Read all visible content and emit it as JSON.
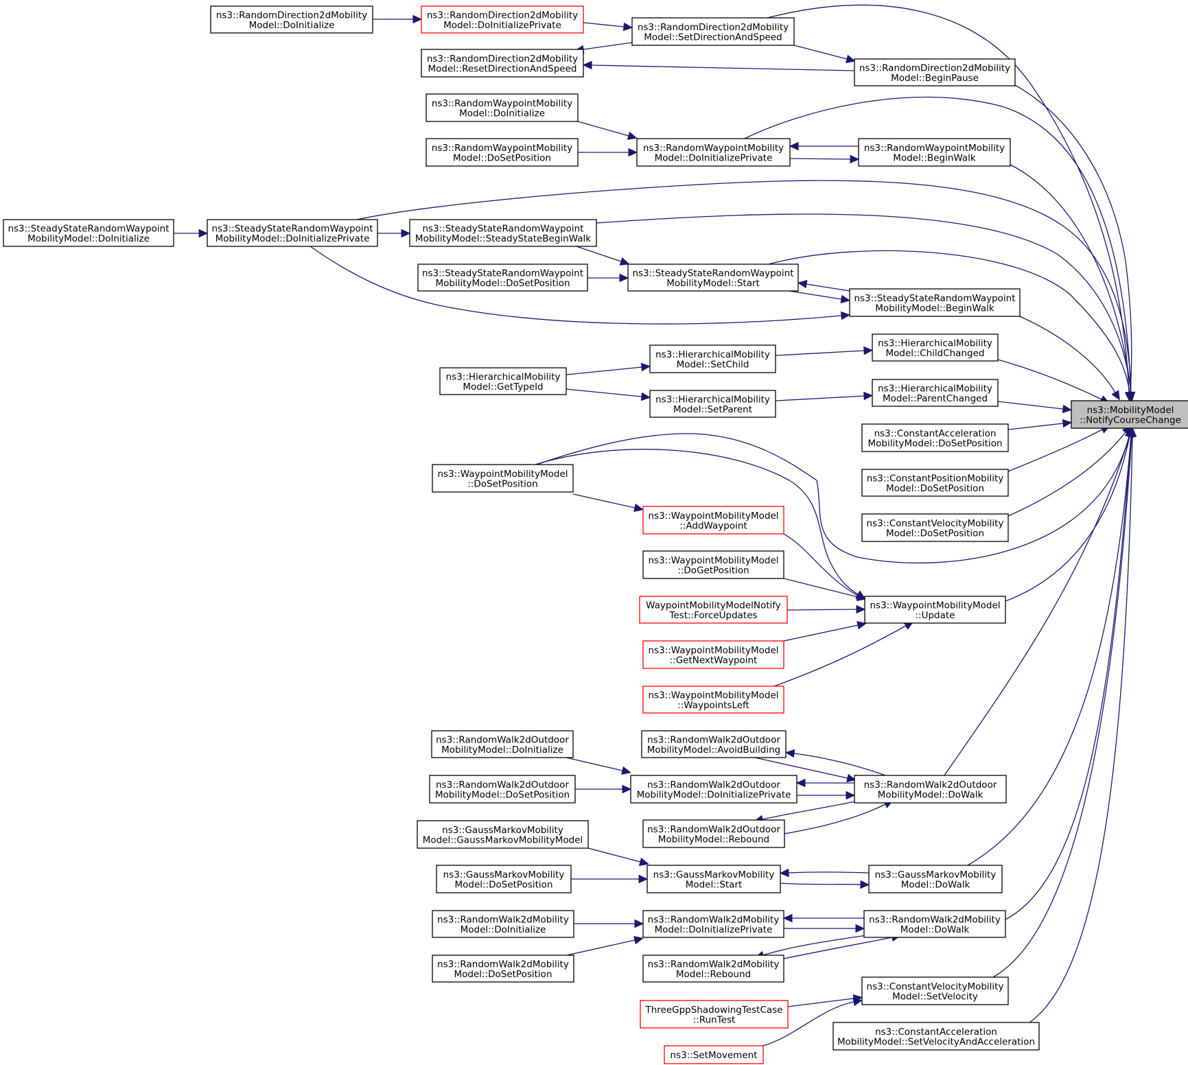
{
  "colors": {
    "edge": "#191970",
    "node_border": "#000000",
    "node_border_partial": "#ff0000",
    "root_fill": "#bfbfbf"
  },
  "nodes": [
    {
      "id": "root",
      "lines": [
        "ns3::MobilityModel",
        "::NotifyCourseChange"
      ],
      "style": "root"
    },
    {
      "id": "rd_doinit",
      "lines": [
        "ns3::RandomDirection2dMobility",
        "Model::DoInitialize"
      ]
    },
    {
      "id": "rd_doinitpriv",
      "lines": [
        "ns3::RandomDirection2dMobility",
        "Model::DoInitializePrivate"
      ],
      "style": "red"
    },
    {
      "id": "rd_setdir",
      "lines": [
        "ns3::RandomDirection2dMobility",
        "Model::SetDirectionAndSpeed"
      ]
    },
    {
      "id": "rd_reset",
      "lines": [
        "ns3::RandomDirection2dMobility",
        "Model::ResetDirectionAndSpeed"
      ]
    },
    {
      "id": "rd_beginpause",
      "lines": [
        "ns3::RandomDirection2dMobility",
        "Model::BeginPause"
      ]
    },
    {
      "id": "rw_doinit",
      "lines": [
        "ns3::RandomWaypointMobility",
        "Model::DoInitialize"
      ]
    },
    {
      "id": "rw_dosetpos",
      "lines": [
        "ns3::RandomWaypointMobility",
        "Model::DoSetPosition"
      ]
    },
    {
      "id": "rw_doinitpriv",
      "lines": [
        "ns3::RandomWaypointMobility",
        "Model::DoInitializePrivate"
      ]
    },
    {
      "id": "rw_beginwalk",
      "lines": [
        "ns3::RandomWaypointMobility",
        "Model::BeginWalk"
      ]
    },
    {
      "id": "ss_doinit",
      "lines": [
        "ns3::SteadyStateRandomWaypoint",
        "MobilityModel::DoInitialize"
      ]
    },
    {
      "id": "ss_doinitpriv",
      "lines": [
        "ns3::SteadyStateRandomWaypoint",
        "MobilityModel::DoInitializePrivate"
      ]
    },
    {
      "id": "ss_ssbeginwalk",
      "lines": [
        "ns3::SteadyStateRandomWaypoint",
        "MobilityModel::SteadyStateBeginWalk"
      ]
    },
    {
      "id": "ss_dosetpos",
      "lines": [
        "ns3::SteadyStateRandomWaypoint",
        "MobilityModel::DoSetPosition"
      ]
    },
    {
      "id": "ss_start",
      "lines": [
        "ns3::SteadyStateRandomWaypoint",
        "MobilityModel::Start"
      ]
    },
    {
      "id": "ss_beginwalk",
      "lines": [
        "ns3::SteadyStateRandomWaypoint",
        "MobilityModel::BeginWalk"
      ]
    },
    {
      "id": "h_childchanged",
      "lines": [
        "ns3::HierarchicalMobility",
        "Model::ChildChanged"
      ]
    },
    {
      "id": "h_setchild",
      "lines": [
        "ns3::HierarchicalMobility",
        "Model::SetChild"
      ]
    },
    {
      "id": "h_gettypeid",
      "lines": [
        "ns3::HierarchicalMobility",
        "Model::GetTypeId"
      ]
    },
    {
      "id": "h_setparent",
      "lines": [
        "ns3::HierarchicalMobility",
        "Model::SetParent"
      ]
    },
    {
      "id": "h_parentchanged",
      "lines": [
        "ns3::HierarchicalMobility",
        "Model::ParentChanged"
      ]
    },
    {
      "id": "ca_dosetpos",
      "lines": [
        "ns3::ConstantAcceleration",
        "MobilityModel::DoSetPosition"
      ]
    },
    {
      "id": "cp_dosetpos",
      "lines": [
        "ns3::ConstantPositionMobility",
        "Model::DoSetPosition"
      ]
    },
    {
      "id": "cv_dosetpos",
      "lines": [
        "ns3::ConstantVelocityMobility",
        "Model::DoSetPosition"
      ]
    },
    {
      "id": "wp_dosetpos",
      "lines": [
        "ns3::WaypointMobilityModel",
        "::DoSetPosition"
      ]
    },
    {
      "id": "wp_addwaypoint",
      "lines": [
        "ns3::WaypointMobilityModel",
        "::AddWaypoint"
      ],
      "style": "red"
    },
    {
      "id": "wp_dogetpos",
      "lines": [
        "ns3::WaypointMobilityModel",
        "::DoGetPosition"
      ]
    },
    {
      "id": "wp_forceupdates",
      "lines": [
        "WaypointMobilityModelNotify",
        "Test::ForceUpdates"
      ],
      "style": "red"
    },
    {
      "id": "wp_getnext",
      "lines": [
        "ns3::WaypointMobilityModel",
        "::GetNextWaypoint"
      ],
      "style": "red"
    },
    {
      "id": "wp_waypointsleft",
      "lines": [
        "ns3::WaypointMobilityModel",
        "::WaypointsLeft"
      ],
      "style": "red"
    },
    {
      "id": "wp_update",
      "lines": [
        "ns3::WaypointMobilityModel",
        "::Update"
      ]
    },
    {
      "id": "ro_doinit",
      "lines": [
        "ns3::RandomWalk2dOutdoor",
        "MobilityModel::DoInitialize"
      ]
    },
    {
      "id": "ro_dosetpos",
      "lines": [
        "ns3::RandomWalk2dOutdoor",
        "MobilityModel::DoSetPosition"
      ]
    },
    {
      "id": "ro_avoid",
      "lines": [
        "ns3::RandomWalk2dOutdoor",
        "MobilityModel::AvoidBuilding"
      ]
    },
    {
      "id": "ro_doinitpriv",
      "lines": [
        "ns3::RandomWalk2dOutdoor",
        "MobilityModel::DoInitializePrivate"
      ]
    },
    {
      "id": "ro_rebound",
      "lines": [
        "ns3::RandomWalk2dOutdoor",
        "MobilityModel::Rebound"
      ]
    },
    {
      "id": "ro_dowalk",
      "lines": [
        "ns3::RandomWalk2dOutdoor",
        "MobilityModel::DoWalk"
      ]
    },
    {
      "id": "gm_ctor",
      "lines": [
        "ns3::GaussMarkovMobility",
        "Model::GaussMarkovMobilityModel"
      ]
    },
    {
      "id": "gm_dosetpos",
      "lines": [
        "ns3::GaussMarkovMobility",
        "Model::DoSetPosition"
      ]
    },
    {
      "id": "gm_start",
      "lines": [
        "ns3::GaussMarkovMobility",
        "Model::Start"
      ]
    },
    {
      "id": "gm_dowalk",
      "lines": [
        "ns3::GaussMarkovMobility",
        "Model::DoWalk"
      ]
    },
    {
      "id": "r2_doinit",
      "lines": [
        "ns3::RandomWalk2dMobility",
        "Model::DoInitialize"
      ]
    },
    {
      "id": "r2_dosetpos",
      "lines": [
        "ns3::RandomWalk2dMobility",
        "Model::DoSetPosition"
      ]
    },
    {
      "id": "r2_doinitpriv",
      "lines": [
        "ns3::RandomWalk2dMobility",
        "Model::DoInitializePrivate"
      ]
    },
    {
      "id": "r2_rebound",
      "lines": [
        "ns3::RandomWalk2dMobility",
        "Model::Rebound"
      ]
    },
    {
      "id": "r2_dowalk",
      "lines": [
        "ns3::RandomWalk2dMobility",
        "Model::DoWalk"
      ]
    },
    {
      "id": "cv_setvel",
      "lines": [
        "ns3::ConstantVelocityMobility",
        "Model::SetVelocity"
      ]
    },
    {
      "id": "gpp_runtest",
      "lines": [
        "ThreeGppShadowingTestCase",
        "::RunTest"
      ],
      "style": "red"
    },
    {
      "id": "setmovement",
      "lines": [
        "ns3::SetMovement"
      ],
      "style": "red"
    },
    {
      "id": "ca_setvelacc",
      "lines": [
        "ns3::ConstantAcceleration",
        "MobilityModel::SetVelocityAndAcceleration"
      ]
    }
  ],
  "edges": [
    [
      "rd_doinit",
      "rd_doinitpriv"
    ],
    [
      "rd_doinitpriv",
      "rd_setdir"
    ],
    [
      "rd_setdir",
      "rd_reset"
    ],
    [
      "rd_setdir",
      "rd_beginpause"
    ],
    [
      "rd_beginpause",
      "rd_reset"
    ],
    [
      "rd_setdir",
      "root"
    ],
    [
      "rd_beginpause",
      "root"
    ],
    [
      "rw_doinit",
      "rw_doinitpriv"
    ],
    [
      "rw_dosetpos",
      "rw_doinitpriv"
    ],
    [
      "rw_doinitpriv",
      "rw_beginwalk"
    ],
    [
      "rw_beginwalk",
      "rw_doinitpriv"
    ],
    [
      "rw_doinitpriv",
      "root"
    ],
    [
      "rw_beginwalk",
      "root"
    ],
    [
      "ss_doinit",
      "ss_doinitpriv"
    ],
    [
      "ss_doinitpriv",
      "ss_ssbeginwalk"
    ],
    [
      "ss_doinitpriv",
      "root"
    ],
    [
      "ss_doinitpriv",
      "ss_beginwalk"
    ],
    [
      "ss_ssbeginwalk",
      "ss_start"
    ],
    [
      "ss_ssbeginwalk",
      "root"
    ],
    [
      "ss_dosetpos",
      "ss_start"
    ],
    [
      "ss_start",
      "ss_beginwalk"
    ],
    [
      "ss_beginwalk",
      "ss_start"
    ],
    [
      "ss_start",
      "root"
    ],
    [
      "ss_beginwalk",
      "root"
    ],
    [
      "h_gettypeid",
      "h_setchild"
    ],
    [
      "h_gettypeid",
      "h_setparent"
    ],
    [
      "h_setchild",
      "h_childchanged"
    ],
    [
      "h_setparent",
      "h_parentchanged"
    ],
    [
      "h_childchanged",
      "root"
    ],
    [
      "h_parentchanged",
      "root"
    ],
    [
      "ca_dosetpos",
      "root"
    ],
    [
      "cp_dosetpos",
      "root"
    ],
    [
      "cv_dosetpos",
      "root"
    ],
    [
      "wp_dosetpos",
      "wp_addwaypoint"
    ],
    [
      "wp_dosetpos",
      "wp_update"
    ],
    [
      "wp_dosetpos",
      "root"
    ],
    [
      "wp_addwaypoint",
      "wp_update"
    ],
    [
      "wp_dogetpos",
      "wp_update"
    ],
    [
      "wp_forceupdates",
      "wp_update"
    ],
    [
      "wp_getnext",
      "wp_update"
    ],
    [
      "wp_waypointsleft",
      "wp_update"
    ],
    [
      "wp_update",
      "root"
    ],
    [
      "ro_doinit",
      "ro_doinitpriv"
    ],
    [
      "ro_dosetpos",
      "ro_doinitpriv"
    ],
    [
      "ro_doinitpriv",
      "ro_dowalk"
    ],
    [
      "ro_dowalk",
      "ro_doinitpriv"
    ],
    [
      "ro_avoid",
      "ro_dowalk"
    ],
    [
      "ro_dowalk",
      "ro_avoid"
    ],
    [
      "ro_rebound",
      "ro_dowalk"
    ],
    [
      "ro_dowalk",
      "ro_rebound"
    ],
    [
      "ro_dowalk",
      "root"
    ],
    [
      "gm_ctor",
      "gm_start"
    ],
    [
      "gm_dosetpos",
      "gm_start"
    ],
    [
      "gm_start",
      "gm_dowalk"
    ],
    [
      "gm_dowalk",
      "gm_start"
    ],
    [
      "gm_dowalk",
      "root"
    ],
    [
      "r2_doinit",
      "r2_doinitpriv"
    ],
    [
      "r2_dosetpos",
      "r2_doinitpriv"
    ],
    [
      "r2_doinitpriv",
      "r2_dowalk"
    ],
    [
      "r2_dowalk",
      "r2_doinitpriv"
    ],
    [
      "r2_rebound",
      "r2_dowalk"
    ],
    [
      "r2_dowalk",
      "r2_rebound"
    ],
    [
      "r2_dowalk",
      "root"
    ],
    [
      "gpp_runtest",
      "cv_setvel"
    ],
    [
      "setmovement",
      "cv_setvel"
    ],
    [
      "cv_setvel",
      "root"
    ],
    [
      "ca_setvelacc",
      "root"
    ]
  ]
}
